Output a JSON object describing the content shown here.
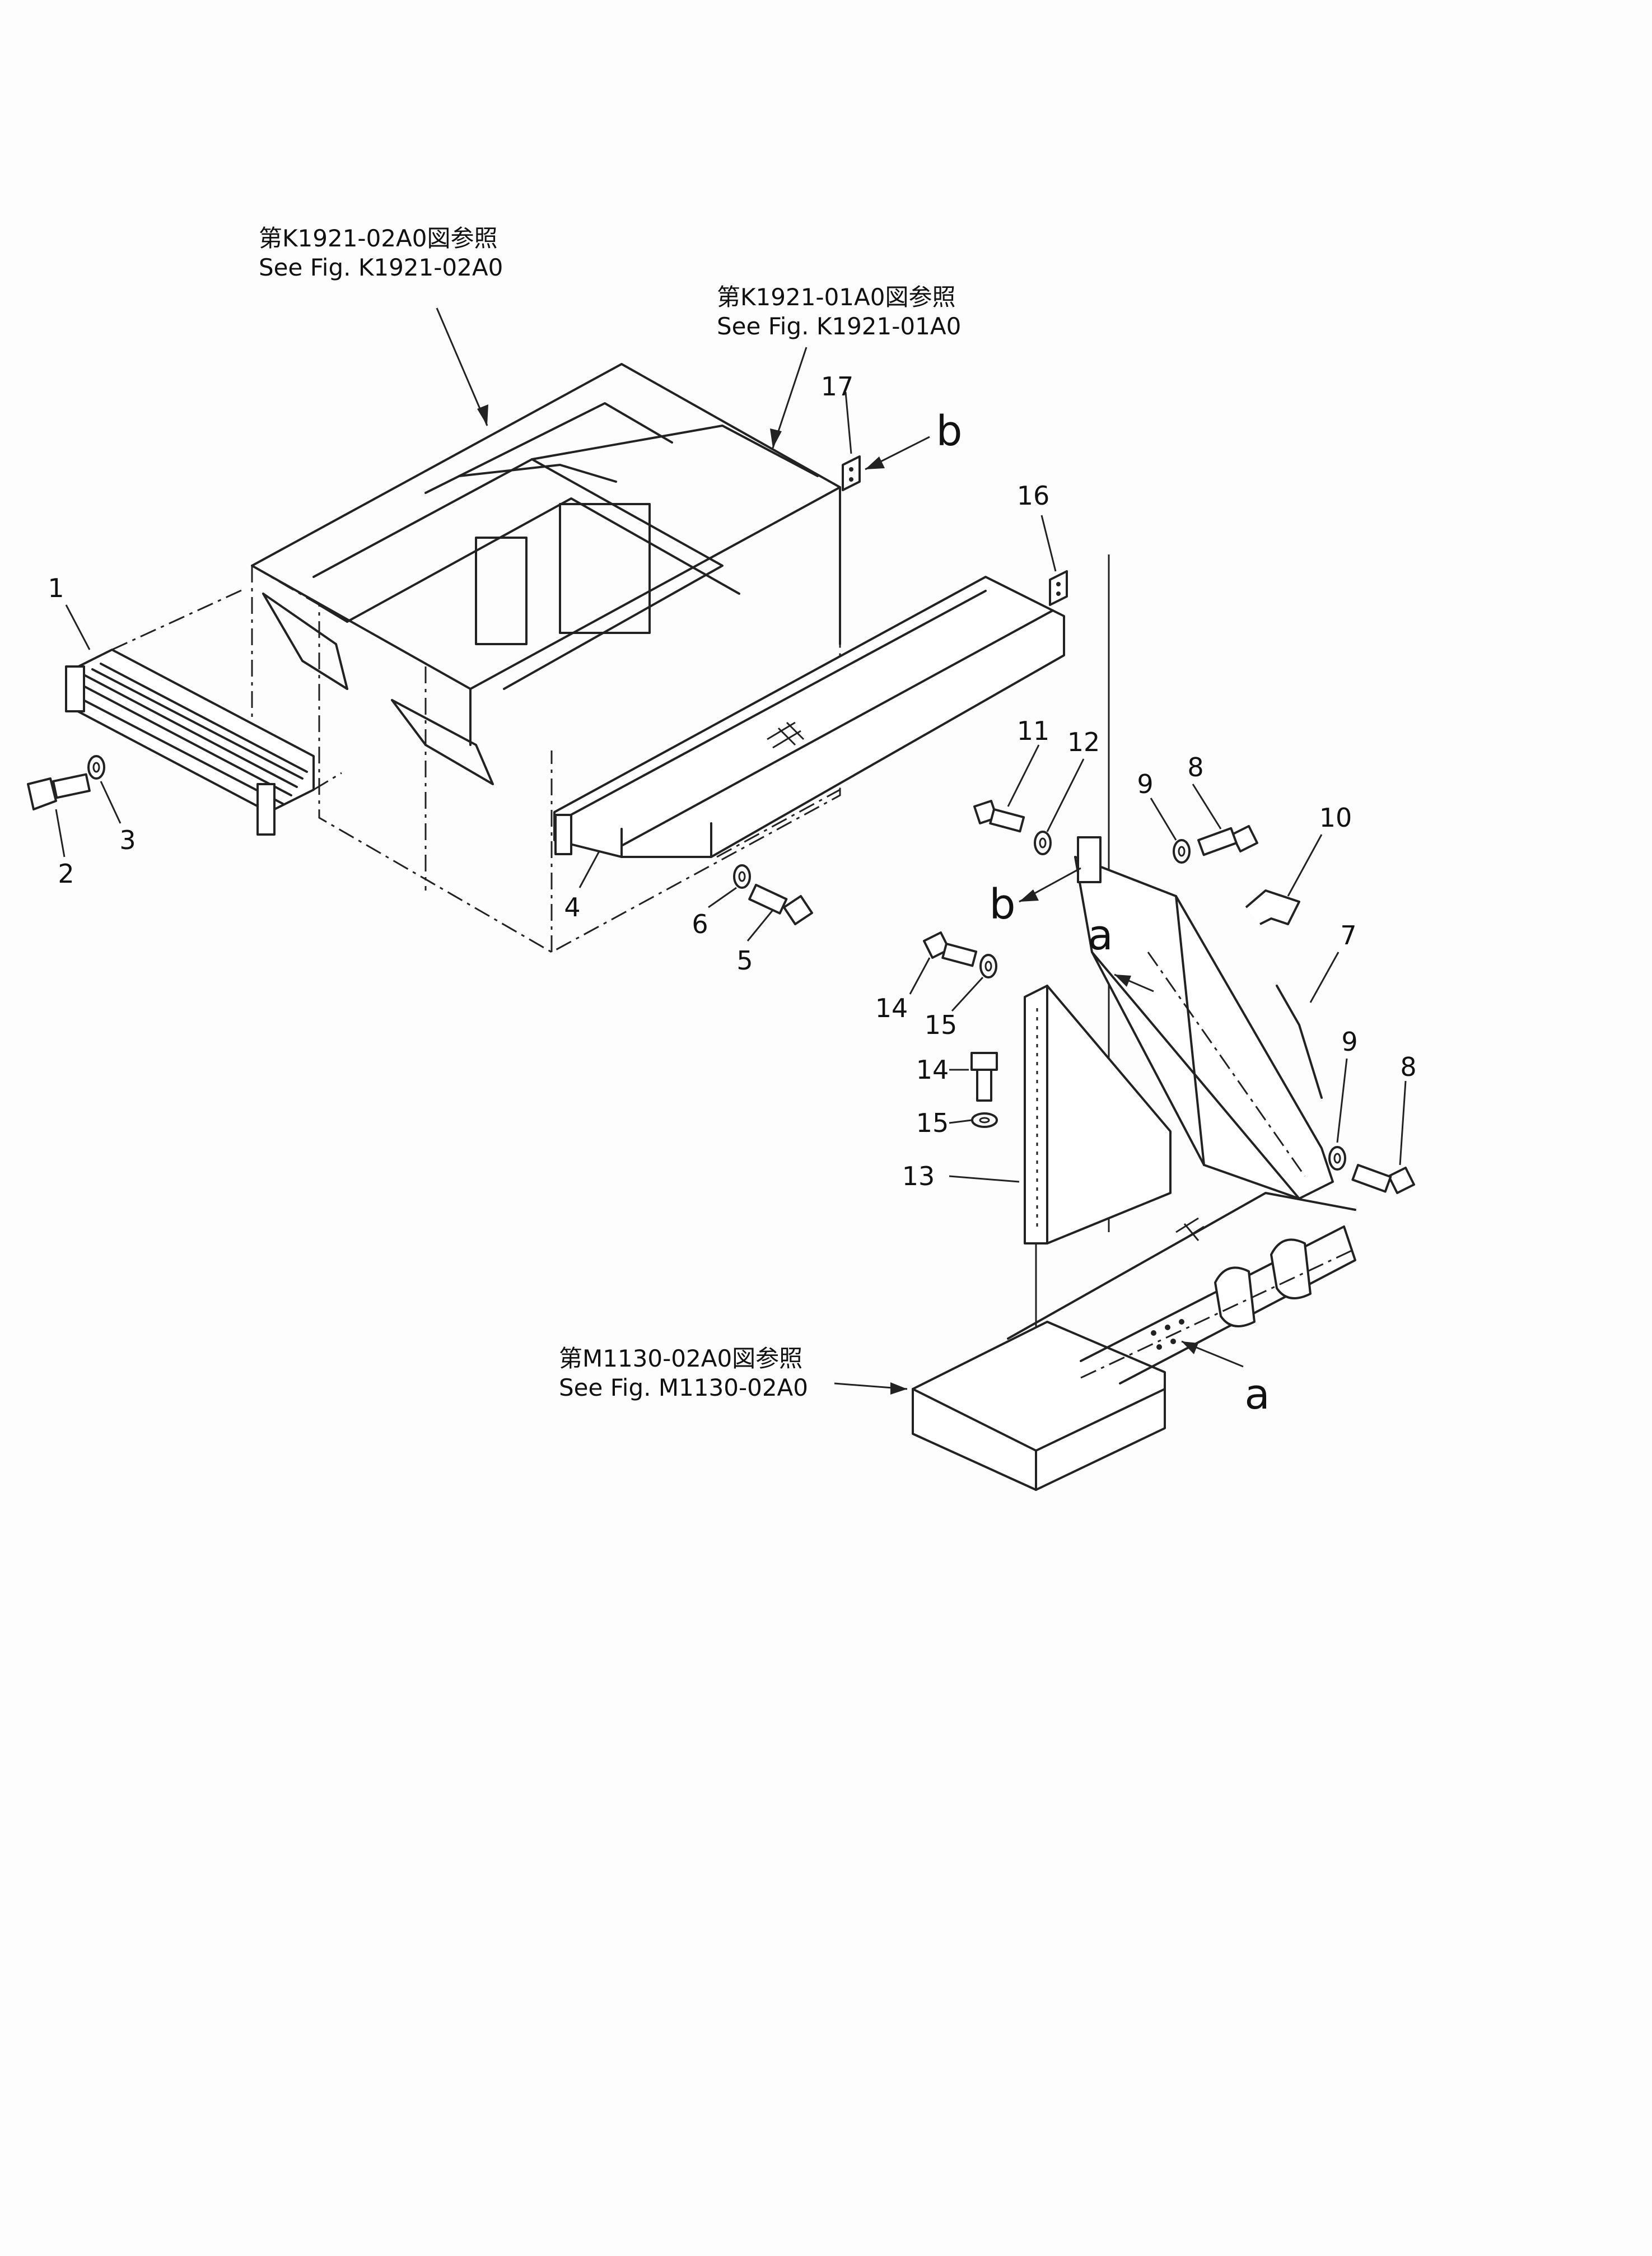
{
  "references": [
    {
      "id": "ref-k1921-02a0",
      "jp": "第K1921-02A0図参照",
      "en": "See  Fig. K1921-02A0"
    },
    {
      "id": "ref-k1921-01a0",
      "jp": "第K1921-01A0図参照",
      "en": "See  Fig. K1921-01A0"
    },
    {
      "id": "ref-m1130-02a0",
      "jp": "第M1130-02A0図参照",
      "en": "See  Fig. M1130-02A0"
    }
  ],
  "callouts": {
    "c1": "1",
    "c2": "2",
    "c3": "3",
    "c4": "4",
    "c5": "5",
    "c6": "6",
    "c7": "7",
    "c8a": "8",
    "c8b": "8",
    "c9a": "9",
    "c9b": "9",
    "c10": "10",
    "c11": "11",
    "c12": "12",
    "c13": "13",
    "c14a": "14",
    "c14b": "14",
    "c15a": "15",
    "c15b": "15",
    "c16": "16",
    "c17": "17"
  },
  "view_letters": {
    "b_top": "b",
    "b_mid": "b",
    "a_mid": "a",
    "a_bottom": "a"
  }
}
